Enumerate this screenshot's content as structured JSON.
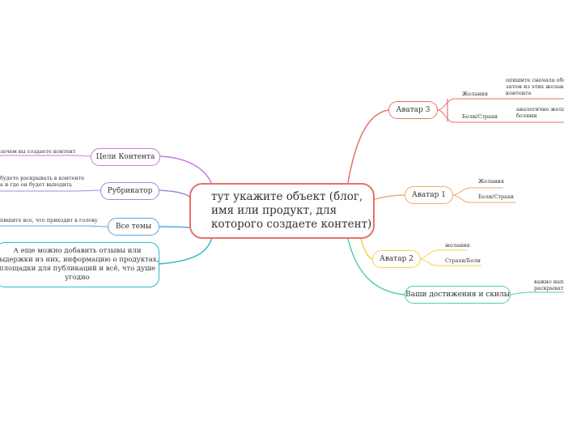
{
  "central": {
    "line1": "тут укажите объект (блог,",
    "line2": "имя или продукт, для",
    "line3": "которого создаете контент)"
  },
  "colors": {
    "avatar3": "#e8716a",
    "avatar1": "#f0a86e",
    "avatar2": "#f2d54f",
    "achievements": "#4fcfa4",
    "goals": "#c978dd",
    "rubricator": "#9b8ce0",
    "topics": "#5aa6e4",
    "reviews": "#2fb9c8"
  },
  "right": {
    "avatar3": {
      "label": "Аватар 3",
      "wishes": "Желания",
      "wishes_note_1": "опишите сначала обобщ",
      "wishes_note_2": "затем из этих желаний с",
      "wishes_note_3": "контента",
      "pains": "Боли/Страхи",
      "pains_note_1": "аналогично желани",
      "pains_note_2": "болями"
    },
    "avatar1": {
      "label": "Аватар 1",
      "wishes": "Желания",
      "pains": "Боли/Страхи"
    },
    "avatar2": {
      "label": "Аватар 2",
      "wishes": "желания",
      "pains": "Страхи/Боли"
    },
    "achievements": {
      "label": "Ваши достижения и скилы",
      "note_1": "важно напи",
      "note_2": "раскрывать"
    }
  },
  "left": {
    "goals": {
      "label": "Цели Контента",
      "note": "зачем вы создаете контент"
    },
    "rubricator": {
      "label": "Рубрикатор",
      "note_1": "будете раскрывать в контенте",
      "note_2": "а и где он будет выходить"
    },
    "topics": {
      "label": "Все темы",
      "note": "пишите все, что приходит в голову"
    },
    "reviews": {
      "line1": "А еще можно добавить отзывы или",
      "line2": "выдержки из них, информацию о продуктах,",
      "line3": "площадки для публикаций и всё, что душе",
      "line4": "угодно"
    }
  }
}
